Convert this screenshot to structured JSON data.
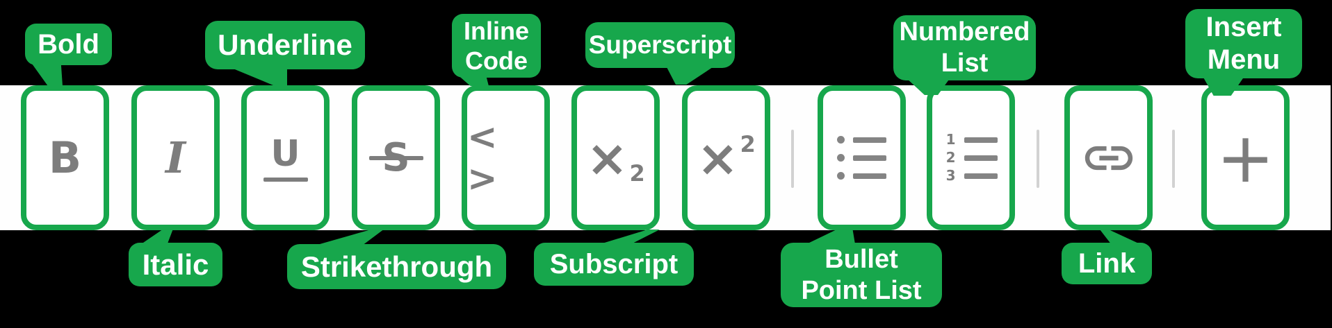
{
  "colors": {
    "background": "#000000",
    "accent_green": "#17a74c",
    "icon_gray": "#7d7d7d",
    "strip_white": "#fefefe",
    "divider_gray": "#d2d2d2",
    "label_text": "#ffffff"
  },
  "toolbar": {
    "description": "Rich text formatting toolbar",
    "icons": {
      "bold_glyph": "B",
      "italic_glyph": "I",
      "underline_glyph": "U",
      "strikethrough_glyph": "S",
      "inline_code_glyph": "< >",
      "subscript_main": "×",
      "subscript_small": "2",
      "superscript_main": "×",
      "superscript_small": "2",
      "numbered_digits": [
        "1",
        "2",
        "3"
      ],
      "plus_glyph": "+"
    }
  },
  "callouts": {
    "bold": {
      "label": "Bold"
    },
    "italic": {
      "label": "Italic"
    },
    "underline": {
      "label": "Underline"
    },
    "strikethrough": {
      "label": "Strikethrough"
    },
    "inline_code": {
      "line1": "Inline",
      "line2": "Code"
    },
    "subscript": {
      "label": "Subscript"
    },
    "superscript": {
      "label": "Superscript"
    },
    "bullet_list": {
      "line1": "Bullet",
      "line2": "Point List"
    },
    "numbered_list": {
      "line1": "Numbered",
      "line2": "List"
    },
    "link": {
      "label": "Link"
    },
    "insert_menu": {
      "line1": "Insert",
      "line2": "Menu"
    }
  }
}
